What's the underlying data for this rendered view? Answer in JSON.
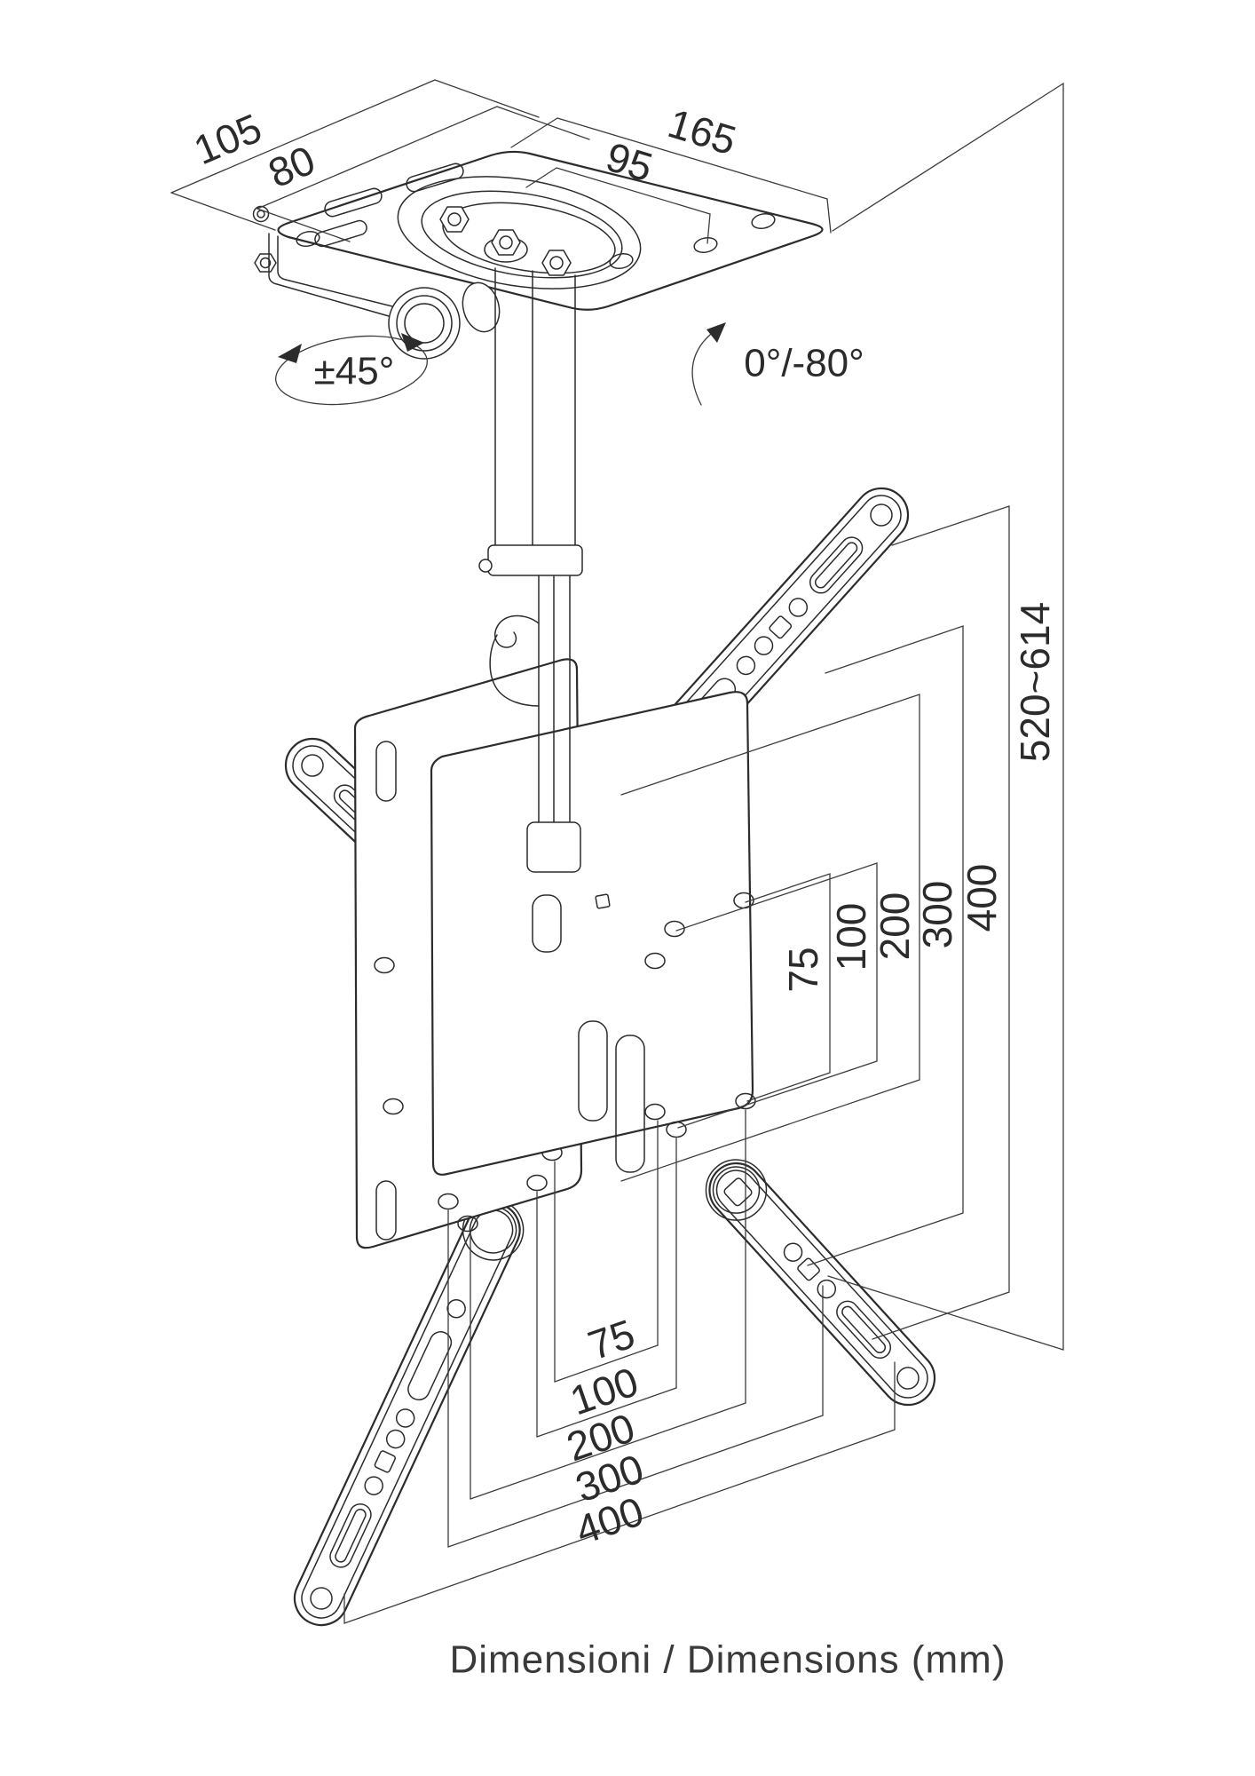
{
  "caption": "Dimensioni / Dimensions (mm)",
  "units": "mm",
  "line_color": "#2c2c2c",
  "ceiling_plate_dimensions": {
    "outer_width": "105",
    "inner_width": "80",
    "outer_depth": "165",
    "inner_depth": "95"
  },
  "rotation": {
    "swivel": "±45°",
    "tilt": "0°/-80°"
  },
  "height_range": "520~614",
  "vesa_vertical": [
    "75",
    "100",
    "200",
    "300",
    "400"
  ],
  "vesa_horizontal": [
    "75",
    "100",
    "200",
    "300",
    "400"
  ]
}
